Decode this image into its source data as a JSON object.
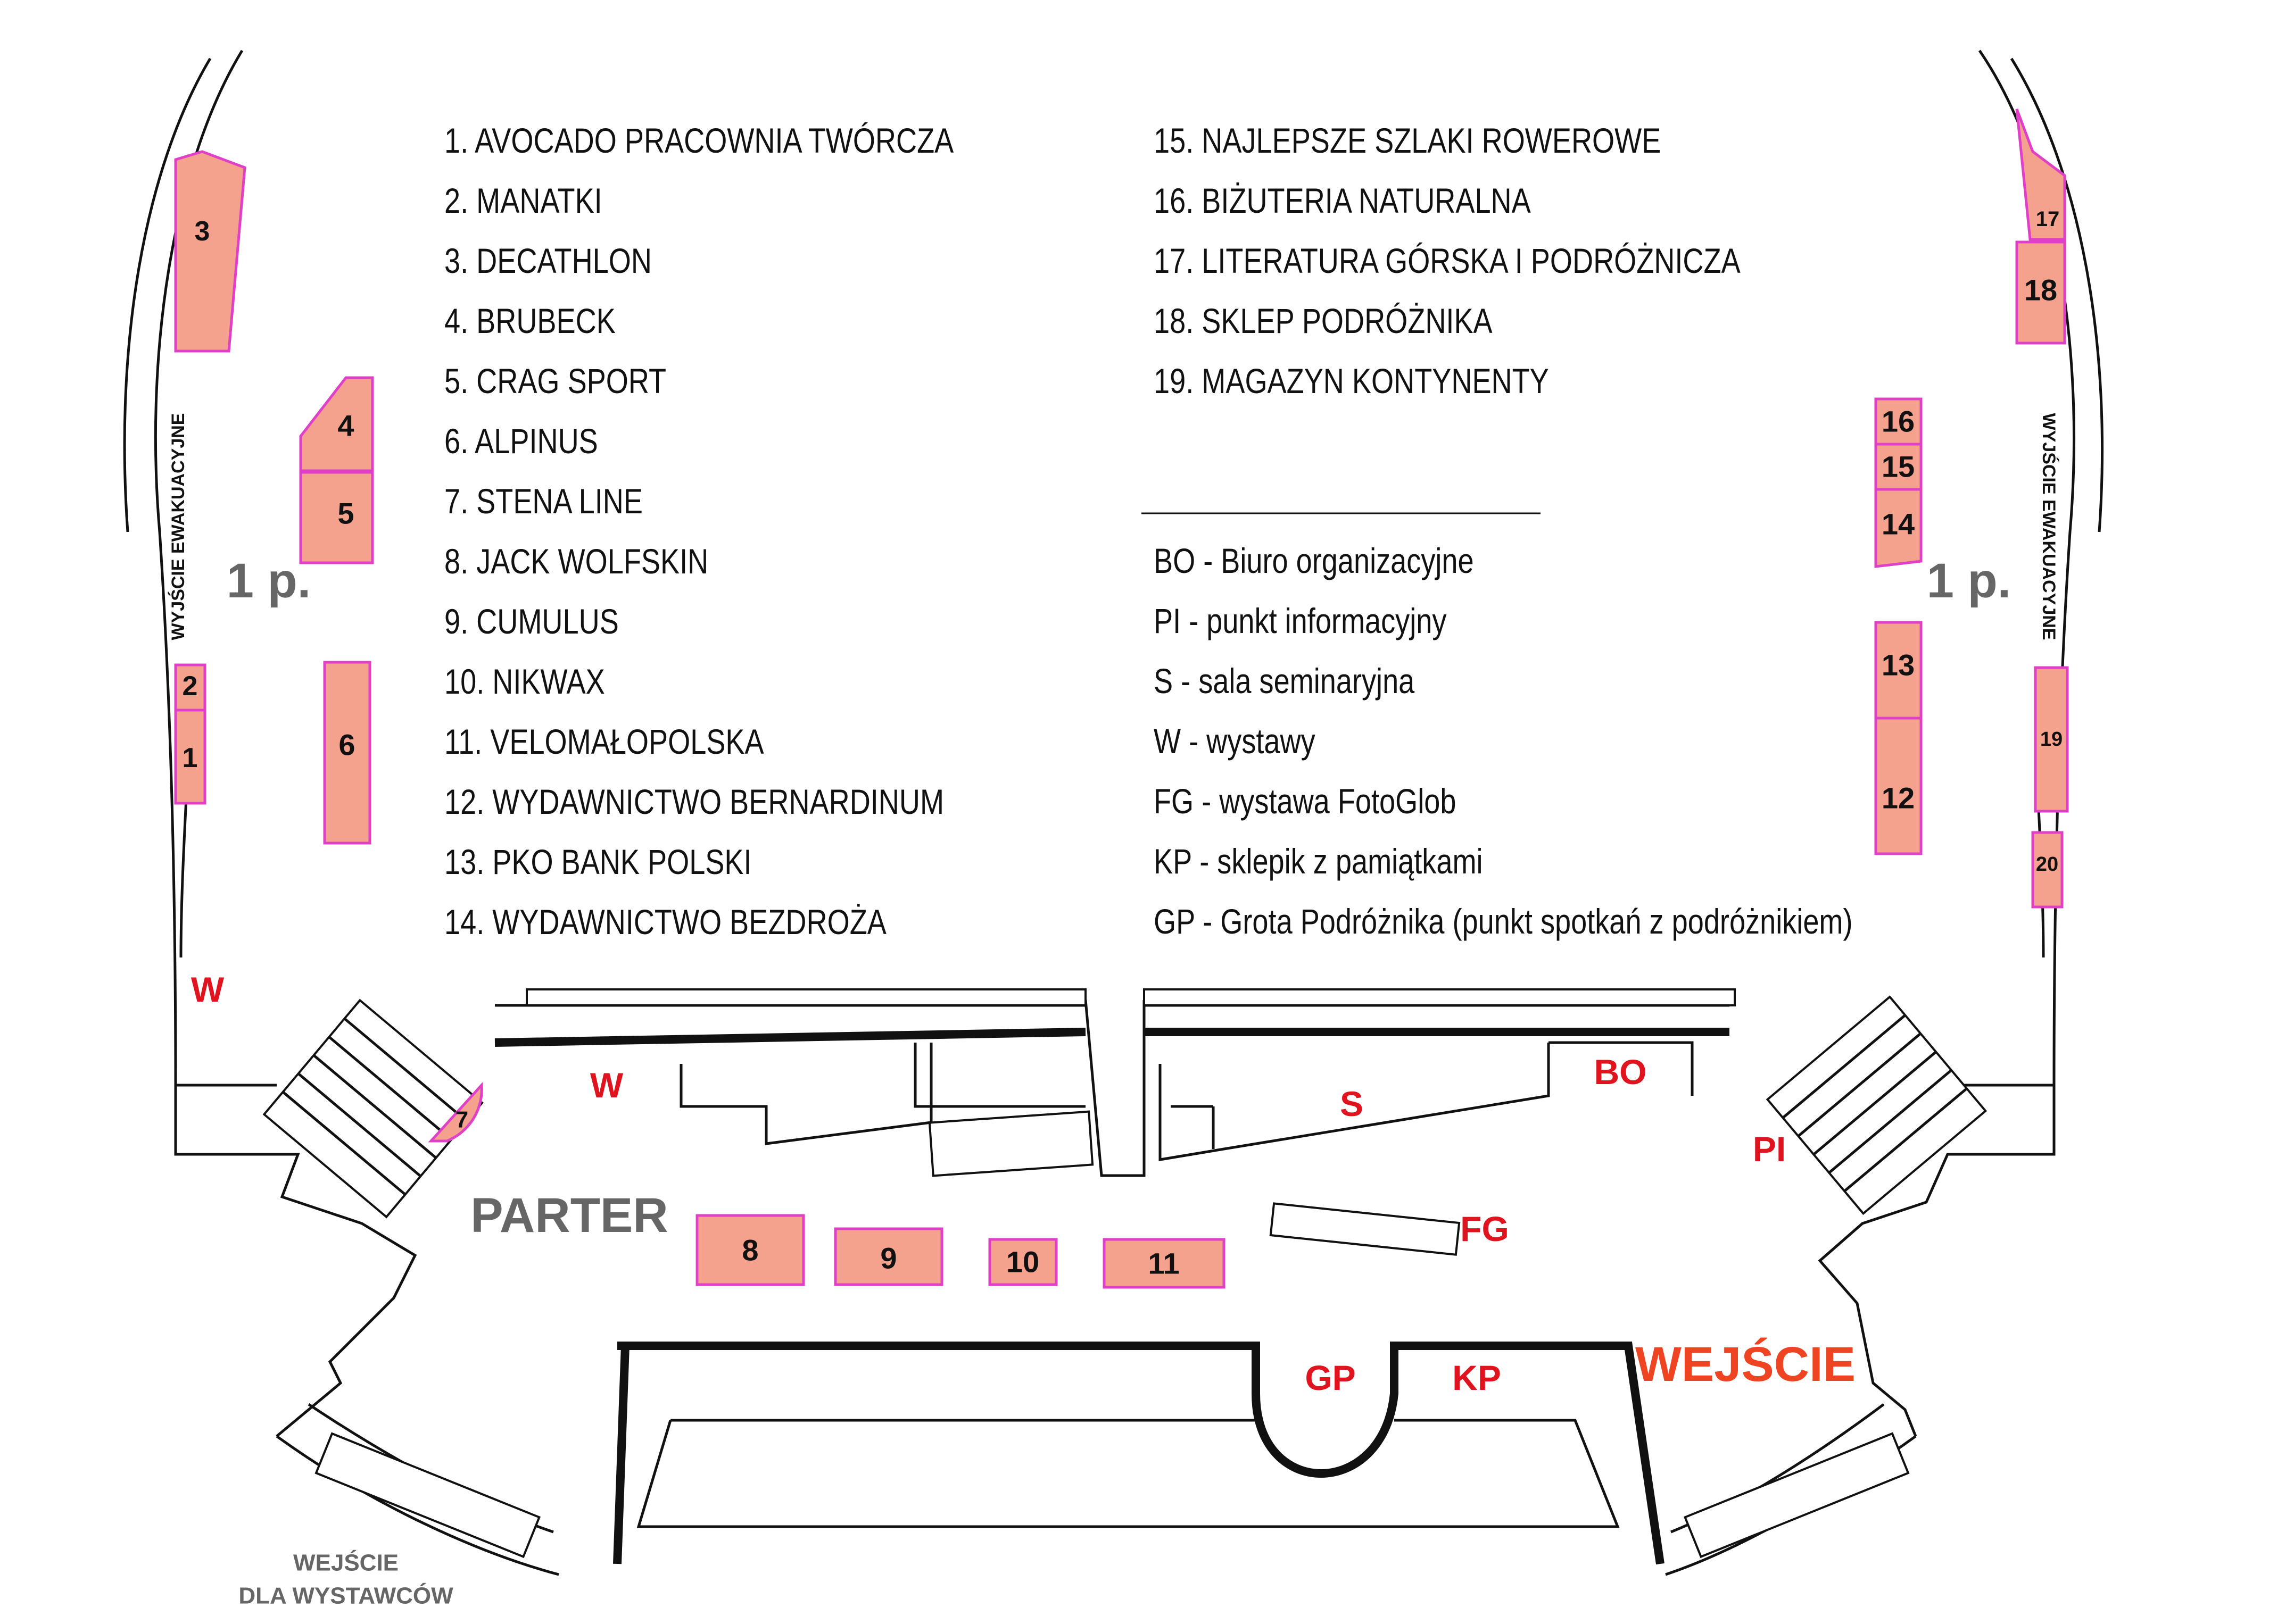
{
  "exhibitors_left": [
    "1. AVOCADO PRACOWNIA TWÓRCZA",
    "2. MANATKI",
    "3. DECATHLON",
    "4. BRUBECK",
    "5. CRAG SPORT",
    "6. ALPINUS",
    "7. STENA LINE",
    "8. JACK WOLFSKIN",
    "9. CUMULUS",
    "10. NIKWAX",
    "11. VELOMAŁOPOLSKA",
    "12. WYDAWNICTWO BERNARDINUM",
    "13. PKO BANK POLSKI",
    "14. WYDAWNICTWO BEZDROŻA"
  ],
  "exhibitors_right": [
    "15. NAJLEPSZE SZLAKI ROWEROWE",
    "16. BIŻUTERIA NATURALNA",
    "17. LITERATURA GÓRSKA I PODRÓŻNICZA",
    "18. SKLEP PODRÓŻNIKA",
    "19. MAGAZYN KONTYNENTY"
  ],
  "abbreviations": [
    "BO - Biuro organizacyjne",
    "PI - punkt informacyjny",
    "S - sala seminaryjna",
    "W - wystawy",
    "FG - wystawa FotoGlob",
    "KP - sklepik z pamiątkami",
    "GP - Grota Podróżnika (punkt spotkań z podróżnikiem)"
  ],
  "stalls": {
    "s1": "1",
    "s2": "2",
    "s3": "3",
    "s4": "4",
    "s5": "5",
    "s6": "6",
    "s7": "7",
    "s8": "8",
    "s9": "9",
    "s10": "10",
    "s11": "11",
    "s12": "12",
    "s13": "13",
    "s14": "14",
    "s15": "15",
    "s16": "16",
    "s17": "17",
    "s18": "18",
    "s19": "19",
    "s20": "20"
  },
  "zones": {
    "w_left": "W",
    "w_center": "W",
    "s": "S",
    "bo": "BO",
    "pi": "PI",
    "fg": "FG",
    "gp": "GP",
    "kp": "KP",
    "entrance": "WEJŚCIE"
  },
  "floor_labels": {
    "ground": "PARTER",
    "first_left": "1 p.",
    "first_right": "1 p."
  },
  "exit_labels": {
    "left": "WYJŚCIE  EWAKUACYJNE",
    "right": "WYJŚCIE  EWAKUACYJNE"
  },
  "exhibitor_entrance": {
    "line1": "WEJŚCIE",
    "line2": "DLA WYSTAWCÓW"
  },
  "colors": {
    "stall_fill": "#f4a28e",
    "stall_border": "#e040c8",
    "zone_label": "#e0141e",
    "entrance_label": "#ee4422",
    "floor_label": "#666666"
  }
}
